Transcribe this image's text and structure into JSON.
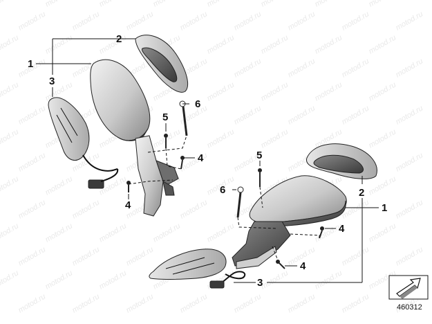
{
  "watermark": "motod.ru",
  "diagram_ref": "460312",
  "callouts": {
    "left": {
      "c1": "1",
      "c2": "2",
      "c3": "3",
      "c4a": "4",
      "c4b": "4",
      "c5": "5",
      "c6": "6"
    },
    "right": {
      "c1": "1",
      "c2": "2",
      "c3": "3",
      "c4a": "4",
      "c4b": "4",
      "c5": "5",
      "c6": "6"
    }
  },
  "icons": {
    "corner": "direction-arrow-icon"
  }
}
